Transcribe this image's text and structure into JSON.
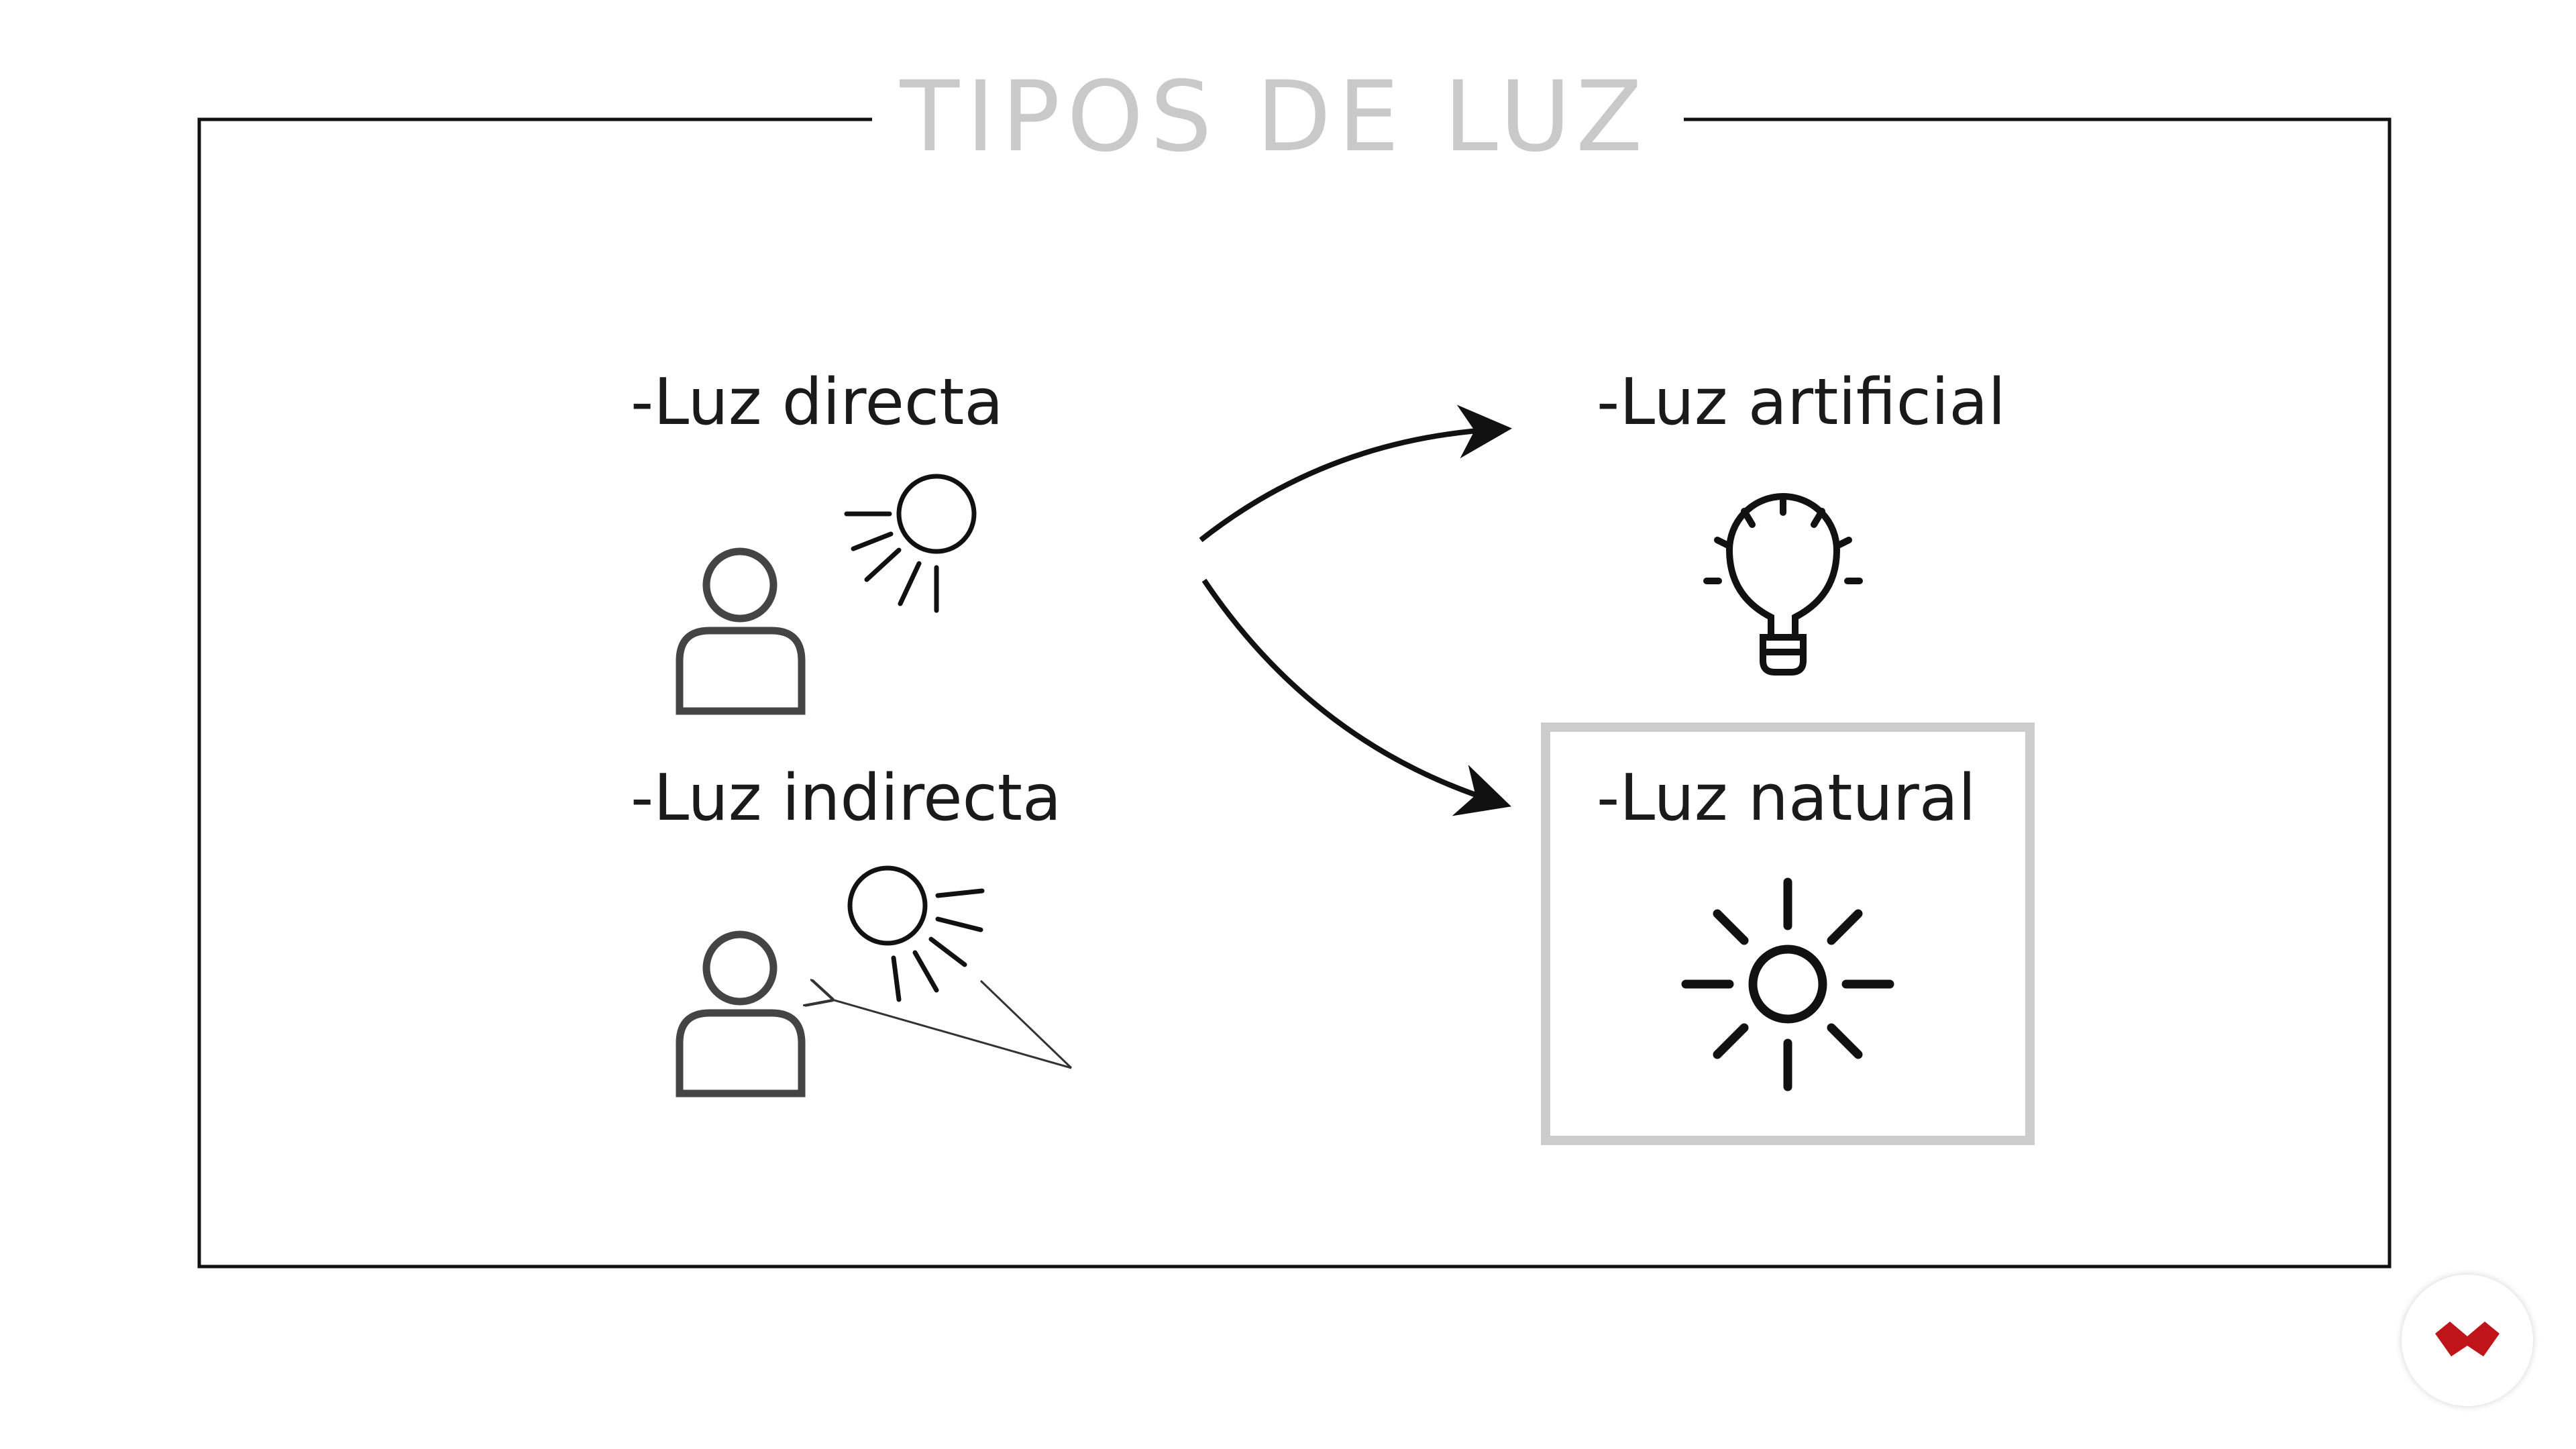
{
  "title": "TIPOS DE LUZ",
  "labels": {
    "luz_directa": "-Luz directa",
    "luz_indirecta": "-Luz indirecta",
    "luz_artificial": "-Luz artificial",
    "luz_natural": "-Luz natural"
  },
  "icons": {
    "directa_person": "person-icon",
    "directa_sun": "sun-rays-icon",
    "indirecta_person": "person-icon",
    "indirecta_sun": "sun-reflection-icon",
    "artificial": "lightbulb-icon",
    "natural": "sun-icon",
    "logo": "brand-logo-icon"
  },
  "colors": {
    "title": "#c9c9c9",
    "frame": "#111111",
    "highlight_box": "#cccccc",
    "logo": "#c0141b"
  }
}
